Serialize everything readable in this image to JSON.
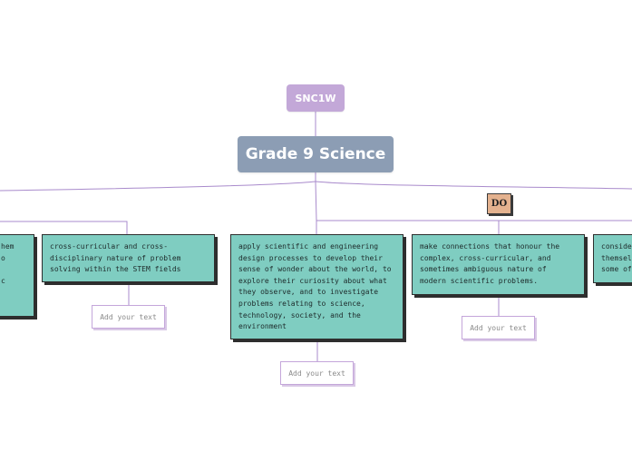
{
  "top_node": {
    "label": "SNC1W"
  },
  "main_node": {
    "label": "Grade 9 Science"
  },
  "do_label": "DO",
  "cards": [
    {
      "text": "hem\no\n\nc"
    },
    {
      "text": "cross-curricular and cross-\ndisciplinary nature of problem\nsolving within the STEM fields"
    },
    {
      "text": "apply scientific and engineering\ndesign processes to develop their\nsense of wonder about the world, to\nexplore their curiosity about what\nthey observe, and to investigate\nproblems relating to science,\ntechnology, society, and the\nenvironment"
    },
    {
      "text": "make connections that honour the\ncomplex, cross-curricular, and\nsometimes ambiguous nature of\nmodern scientific problems."
    },
    {
      "text": "conside\nthemsel\nsome of"
    }
  ],
  "add_text_placeholder": "Add your text",
  "colors": {
    "top_node": "#c3a8d8",
    "main_node": "#8c9db4",
    "card": "#7fcdc1",
    "do_label": "#e4b28f",
    "connector": "#a98bcc"
  }
}
